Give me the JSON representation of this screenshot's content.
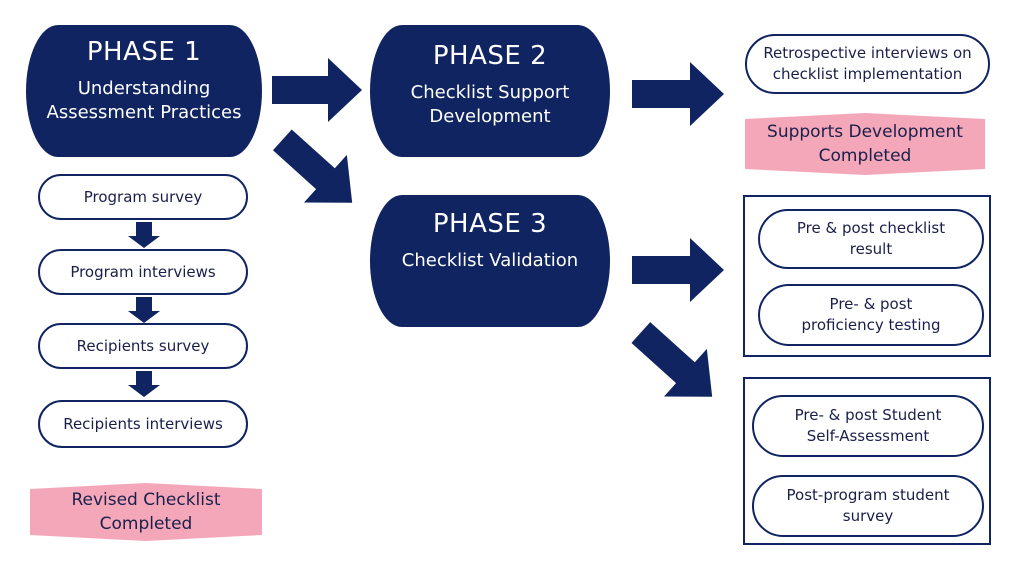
{
  "colors": {
    "navy": "#0f2461",
    "pink": "#f4a7b9"
  },
  "phase1": {
    "title": "PHASE 1",
    "subtitle_line1": "Understanding",
    "subtitle_line2": "Assessment Practices"
  },
  "phase2": {
    "title": "PHASE 2",
    "subtitle_line1": "Checklist Support",
    "subtitle_line2": "Development"
  },
  "phase3": {
    "title": "PHASE 3",
    "subtitle_line1": "Checklist Validation"
  },
  "phase1_steps": [
    "Program survey",
    "Program interviews",
    "Recipients survey",
    "Recipients interviews"
  ],
  "phase1_outcome": {
    "line1": "Revised Checklist",
    "line2": "Completed"
  },
  "phase2_step": {
    "line1": "Retrospective interviews on",
    "line2": "checklist implementation"
  },
  "phase2_outcome": {
    "line1": "Supports Development",
    "line2": "Completed"
  },
  "phase3_group1": [
    {
      "line1": "Pre & post checklist",
      "line2": "result"
    },
    {
      "line1": "Pre- & post",
      "line2": "proficiency testing"
    }
  ],
  "phase3_group2": [
    {
      "line1": "Pre- & post Student",
      "line2": "Self-Assessment"
    },
    {
      "line1": "Post-program student",
      "line2": "survey"
    }
  ]
}
